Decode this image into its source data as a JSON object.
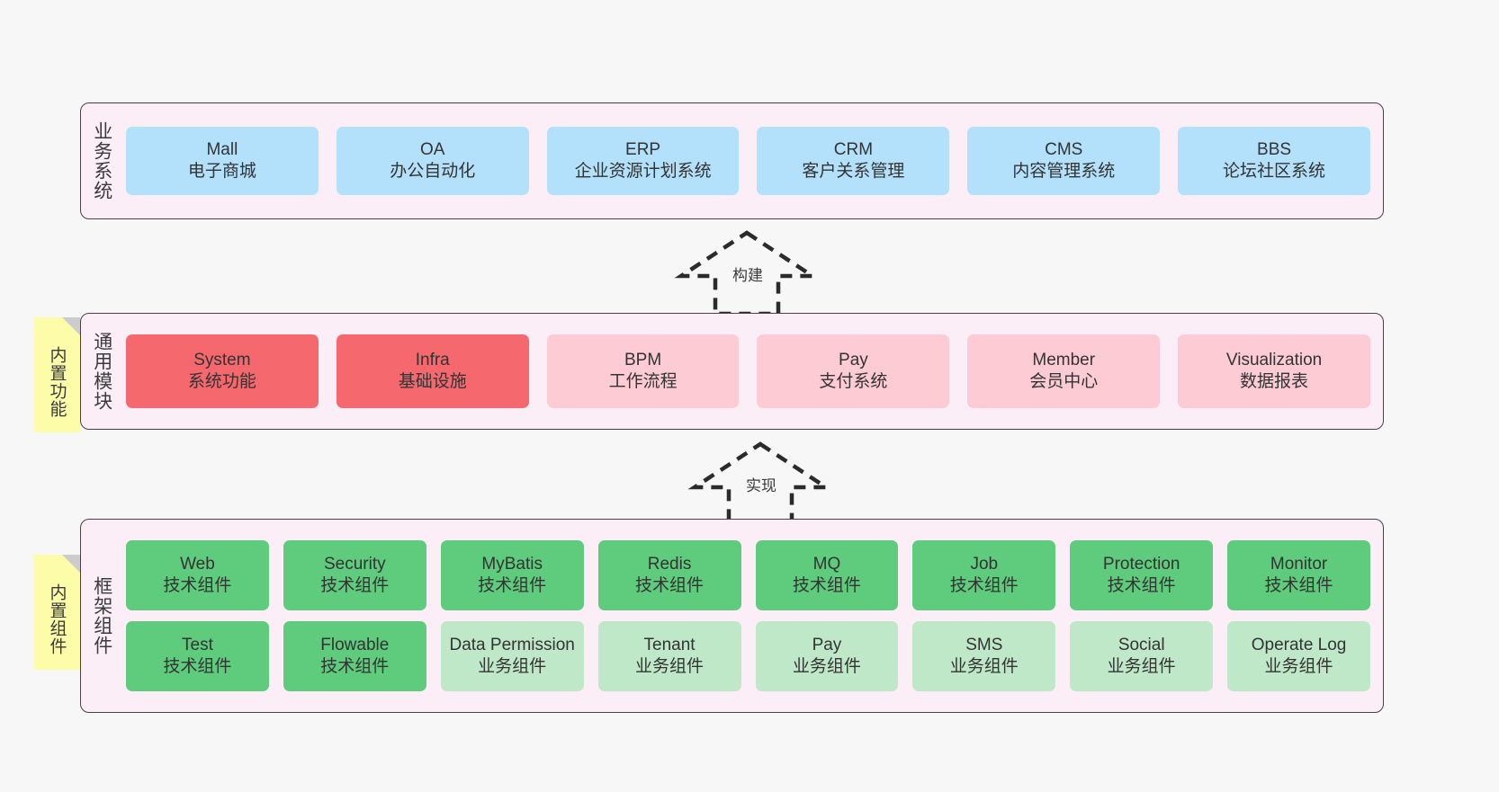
{
  "diagram": {
    "title": "",
    "colors": {
      "canvas_bg": "#f7f7f7",
      "layer_bg": "#fbeef6",
      "layer_border": "#4a3f45",
      "business_card": "#b3e0fb",
      "module_primary": "#f4686e",
      "module_secondary": "#fccbd4",
      "component_tech": "#5fcb7d",
      "component_business": "#bfe8c9",
      "sticky_note": "#fdfca8",
      "sticky_fold": "#cccccc"
    }
  },
  "layers": {
    "business": {
      "title": "业务系统",
      "cards": [
        {
          "name": "Mall",
          "desc": "电子商城"
        },
        {
          "name": "OA",
          "desc": "办公自动化"
        },
        {
          "name": "ERP",
          "desc": "企业资源计划系统"
        },
        {
          "name": "CRM",
          "desc": "客户关系管理"
        },
        {
          "name": "CMS",
          "desc": "内容管理系统"
        },
        {
          "name": "BBS",
          "desc": "论坛社区系统"
        }
      ]
    },
    "common": {
      "title": "通用模块",
      "sticky": "内置功能",
      "cards": [
        {
          "name": "System",
          "desc": "系统功能",
          "tone": "primary"
        },
        {
          "name": "Infra",
          "desc": "基础设施",
          "tone": "primary"
        },
        {
          "name": "BPM",
          "desc": "工作流程",
          "tone": "secondary"
        },
        {
          "name": "Pay",
          "desc": "支付系统",
          "tone": "secondary"
        },
        {
          "name": "Member",
          "desc": "会员中心",
          "tone": "secondary"
        },
        {
          "name": "Visualization",
          "desc": "数据报表",
          "tone": "secondary"
        }
      ]
    },
    "framework": {
      "title": "框架组件",
      "sticky": "内置组件",
      "row1": [
        {
          "name": "Web",
          "desc": "技术组件"
        },
        {
          "name": "Security",
          "desc": "技术组件"
        },
        {
          "name": "MyBatis",
          "desc": "技术组件"
        },
        {
          "name": "Redis",
          "desc": "技术组件"
        },
        {
          "name": "MQ",
          "desc": "技术组件"
        },
        {
          "name": "Job",
          "desc": "技术组件"
        },
        {
          "name": "Protection",
          "desc": "技术组件"
        },
        {
          "name": "Monitor",
          "desc": "技术组件"
        }
      ],
      "row2": [
        {
          "name": "Test",
          "desc": "技术组件",
          "tone": "tech"
        },
        {
          "name": "Flowable",
          "desc": "技术组件",
          "tone": "tech"
        },
        {
          "name": "Data Permission",
          "desc": "业务组件",
          "tone": "business"
        },
        {
          "name": "Tenant",
          "desc": "业务组件",
          "tone": "business"
        },
        {
          "name": "Pay",
          "desc": "业务组件",
          "tone": "business"
        },
        {
          "name": "SMS",
          "desc": "业务组件",
          "tone": "business"
        },
        {
          "name": "Social",
          "desc": "业务组件",
          "tone": "business"
        },
        {
          "name": "Operate Log",
          "desc": "业务组件",
          "tone": "business"
        }
      ]
    }
  },
  "connectors": [
    {
      "id": "build",
      "label": "构建",
      "from": "通用模块",
      "to": "业务系统",
      "style": "dashed-generalization"
    },
    {
      "id": "impl",
      "label": "实现",
      "from": "框架组件",
      "to": "通用模块",
      "style": "dashed-generalization"
    }
  ]
}
